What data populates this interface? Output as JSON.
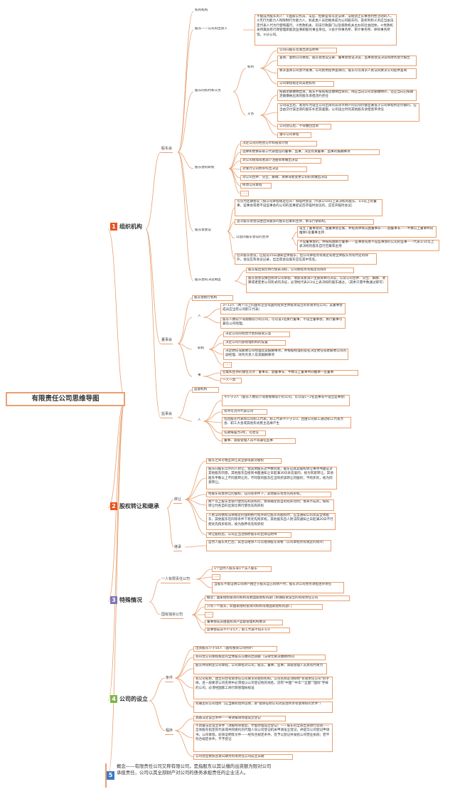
{
  "root": "有限责任公司思维导图",
  "b1": {
    "num": "1",
    "label": "组织机构"
  },
  "b2": {
    "num": "2",
    "label": "股权转让和继承"
  },
  "b3": {
    "num": "3",
    "label": "特殊情况"
  },
  "b4": {
    "num": "4",
    "label": "公司的设立"
  },
  "b5": {
    "num": "5",
    "label": "概念——有限责任公司又称有限公司，是指股东以其认缴的出资额为限对公司承担责任，公司以其全部财产对公司的债务承担责任的企业法人。"
  },
  "n": {
    "gdh": "股东会",
    "qlxy": "权利机构",
    "gdczr": "股东——公司的出资人",
    "gdczr_t": "不能成为股东的人：①国家公务员、法官、检察官等以及法律、法规禁止从事营利性活动的人。②无行为能力人和限制行为能力人。如此类人员因继承成为公司股东的，其权利和义务应当由法定代表人代为行使和履行。③党政机关、司法行政部门以及受政机关主办的社会团体。④党政机关所属具有行政管理职能及监事职能的事业单位。⑤会计师事务所、审计事务所、律师事务所等。⑥分公司。",
    "gdqlyw": "股东的权利和义务",
    "ql": "权利",
    "ql1": "公司向股东签发出资证明书",
    "ql2": "查阅、复制公司章程、股东会会议记录、董事会会议决议、监事会会议决议和财务会计报告",
    "ql3": "要求查阅公司会计账簿，公司拒绝提供查阅的，股东可以请求人民法院要求公司提供查阅",
    "ql4": "公司章程规定的其他权利",
    "yw": "义务",
    "yw1": "按期足额缴纳出资。股东不按照规定缴纳出资的，除应当向公司足额缴纳外，还应当向已按期足额缴纳出资的股东承担违约责任",
    "yw2": "公司成立后，发现作为设立公司出资的非货币财产的实际价额显著低于公司章程所定价额的，应当由交付该出资的股东补足其差额，公司设立时的其他股东承担连带责任",
    "yw3": "公司登记后，不得抽回出资",
    "yw4": "遵守公司章程",
    "gdhzq": "股东会的职权",
    "zq1": "决定公司的经营方针和投资计划",
    "zq2": "选举和更换非职工代表担任的董事、监事，决定有关董事、监事的报酬事项",
    "zq3": "对公司增加或者减少注册资本做出决议",
    "zq4": "对发行公司债券作出决议",
    "zq5": "对公司合并、分立、解散、清算或者变更公司形式做出决议",
    "zq6": "修改公司章程",
    "zq7": "……",
    "gdhhy": "股东会会议",
    "hy1": "可分为定期会议（按公司章程规定召开）和临时会议（代表1/10以上表决权的股东，1/3以上的董事，监事会或者不设监事会的公司的监事提议召开临时会议的，应召开临时会议）",
    "hy2": "首次股东会会议由出资最多的股东召集和主持，依法行使职权。",
    "hy3": "以后的股东会议的主持",
    "hy3a": "设立了董事会的，由董事会召集，并视具体情况由董事长——副董事长——半数以上董事共同推举1名董事主持",
    "hy3b": "不设董事会的，并按照由执行董事——监事会或者不设监事会的公司的监事——代表1/10以上表决权的股东自行召集和主持",
    "hy4": "召开股东会议，应提前15日通知全体股东，但公司章程另有规定或者全体股东另有约定的除外。会议应有会议记录，出出席会议股东应在其中签名。",
    "gdhjy": "股东会的决议制度",
    "jy1": "股东按出资比例行使表决权，公司章程另有规定的除外",
    "jy2": "股东会会议做出修改公司章程、增加或者减少注册资本的决议，以及公司合并、分立、解散、清算或者变更公司形式的决议，必须经代表2/3以上表决权的股东通过。（其余只需半数通过即可）",
    "dsh": "董事会",
    "dsh1": "股东会执行机构",
    "dsh_ren": "人",
    "ren1": "3~13人（两个以上的国有企业或国有投资主体投资设立的有限责任公司，其董事会成员应当有公司职工代表）",
    "ren2": "股东人数较少或规模较小的公司，可以设1名执行董事，不设立董事会。执行董事可兼任公司经理。",
    "zhq": "职权",
    "zhq1": "决定公司的经营计划和投资方案",
    "zhq2": "决定公司内部管理机构的设置",
    "zhq3": "决定聘任或解聘公司经理及其报酬事项，并根据经理的提名决定聘任或者解聘公司的副经理、财务负责人及其报酬事项",
    "zhq4": "……",
    "shi": "事",
    "shi1": "召集和主持的顺位次序：董事长、副董事长、半数以上董事共同推举一名董事",
    "shi2": "一人一票",
    "jsh": "监事会",
    "jsh1": "监督机构",
    "jsh_ren": "人",
    "jren1": "不少于3人（股东人数较少或者规模较小的公司，可以设1~2名监事或不设立监事会）",
    "jren2": "有时可对外代表公司",
    "jren3": "包括股东代表和公司职工代表。职工代表不少于1/3，且由公司职工通过职工代表大会、职工大会或其他形式民主选举产生",
    "jren4": "任期每届为3年，可连任",
    "jren5": "董事、高级管理人员不得兼任监事",
    "zr": "转让",
    "zr1": "股东之间可相互转让其全部或部分股权",
    "zr2": "股东向股东以外的人转让，需其他股东过半数同意，股东应就其股权转让事项书面征求其他股东同意，其他股东自接到书面通知之日起满30日未答复的，视为同意转让。其他股东半数以上不同意转让的，不同意的股东应当购买该转让的股权；不购买的，视为同意转让。",
    "zr3": "经股东同意转让的股权，在同等条件下，其他股东有优先购买权。",
    "zr4": "两个以上股东主张行使优先购买权的，协商确定各自的购买比例；协商不成的，按照转让时各自的出资比例行使优先购买权",
    "zr5": "人民法院依照法律规定的强制执行程序转让股东的股权时，应当通知公司及其全体股东，其他股东在同等条件下有优先购买权。其他股东自人民法院通知之日起满20日不行使优先购买权的，视为放弃优先购买权",
    "zr6": "转让股权后，公司应当注销原股东的出资证明书",
    "jc": "继承",
    "jc1": "自然人股东死亡后，其合法继承人可以继承股东资格（公司章程另有规定的除外）",
    "yrgs": "一人有限责任公司",
    "yr1": "1个自然人股东或1个法人股东",
    "yr2": "……",
    "yr3": "当股东不能证明公司财产独立于股东自己的财产时，股东对公司债务承担连带责任",
    "gydz": "国有独资公司",
    "gy1": "概念：国家授权投资的机构或者国家授权的部门单独投资设立的有限责任公司",
    "gy2": "只有一个股东，即国家授权投资的机构或者国家授权的部门",
    "gy3": "……",
    "gy4": "董事会成员由国有资产监督管理机构委派",
    "gy5": "监事会成员不少于5人，职工代表不低于1/3",
    "tj": "条件",
    "tj1": "出资股东少于50人（国有独资公司例外）",
    "tj2": "有符合公司章程规定的全体股东认缴的出资额（法律无要求缴纳时间）",
    "tj3": "股东共同制定公司章程，公司章程对公司，股东，董事，监事，高级管理人员具有约束力",
    "tj4": "有公司名称，建立符合有限责任公司要求的组织机构。公司名称必须标明\"有限责任公司\"的字样，且一般要求公司名称中必须提以公司登记地的地名，冠有\"中国\"\"中华\"\"全国\"\"国际\"字样的公司，必须经国家工商行政管理局核准",
    "tj5": "有确定的公司住所（应当拥有住所证明，即\"能够证明公司对其住所享有使用权的文件\"）",
    "cx": "程序",
    "cx1": "具备法定设立条件——将请报请办理设立登记",
    "cx2": "不具备法定设立条件（须报经审批后，才能办理设立登记）——股东的全部出资进行验资——全体股东指定的代表或共同委托的代理人向公司登记机关申请设立登记，并提交公司登记申请书，公司章程，验资证明等文件——经符合规定条件，签予以登记并发给公司营业执照；若不符合规定条件，不予登记",
    "cx3": "公司营业执照签发日期为有限责任公司成立日期"
  }
}
